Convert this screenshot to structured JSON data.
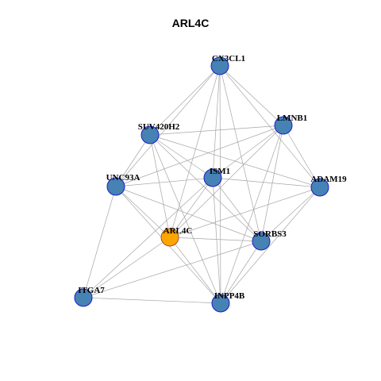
{
  "title": "ARL4C",
  "colors": {
    "edge": "#a6a6a6",
    "node_fill": "#4682b4",
    "node_stroke": "#1c1cc8",
    "focus_fill": "#ffa500",
    "focus_stroke": "#a0522d"
  },
  "nodes": [
    {
      "id": "CX3CL1",
      "label": "CX3CL1",
      "focus": false
    },
    {
      "id": "LMNB1",
      "label": "LMNB1",
      "focus": false
    },
    {
      "id": "SUV420H2",
      "label": "SUV420H2",
      "focus": false
    },
    {
      "id": "ISM1",
      "label": "ISM1",
      "focus": false
    },
    {
      "id": "UNC93A",
      "label": "UNC93A",
      "focus": false
    },
    {
      "id": "ADAM19",
      "label": "ADAM19",
      "focus": false
    },
    {
      "id": "ARL4C",
      "label": "ARL4C",
      "focus": true
    },
    {
      "id": "SORBS3",
      "label": "SORBS3",
      "focus": false
    },
    {
      "id": "ITGA7",
      "label": "ITGA7",
      "focus": false
    },
    {
      "id": "INPP4B",
      "label": "INPP4B",
      "focus": false
    }
  ],
  "edges": [
    [
      "CX3CL1",
      "SUV420H2"
    ],
    [
      "CX3CL1",
      "LMNB1"
    ],
    [
      "CX3CL1",
      "UNC93A"
    ],
    [
      "CX3CL1",
      "ISM1"
    ],
    [
      "CX3CL1",
      "ADAM19"
    ],
    [
      "CX3CL1",
      "ARL4C"
    ],
    [
      "CX3CL1",
      "SORBS3"
    ],
    [
      "CX3CL1",
      "INPP4B"
    ],
    [
      "LMNB1",
      "SUV420H2"
    ],
    [
      "LMNB1",
      "UNC93A"
    ],
    [
      "LMNB1",
      "ISM1"
    ],
    [
      "LMNB1",
      "ADAM19"
    ],
    [
      "LMNB1",
      "ARL4C"
    ],
    [
      "LMNB1",
      "SORBS3"
    ],
    [
      "LMNB1",
      "INPP4B"
    ],
    [
      "SUV420H2",
      "UNC93A"
    ],
    [
      "SUV420H2",
      "ISM1"
    ],
    [
      "SUV420H2",
      "ADAM19"
    ],
    [
      "SUV420H2",
      "ARL4C"
    ],
    [
      "SUV420H2",
      "SORBS3"
    ],
    [
      "SUV420H2",
      "INPP4B"
    ],
    [
      "UNC93A",
      "ISM1"
    ],
    [
      "UNC93A",
      "ARL4C"
    ],
    [
      "UNC93A",
      "SORBS3"
    ],
    [
      "UNC93A",
      "INPP4B"
    ],
    [
      "UNC93A",
      "ITGA7"
    ],
    [
      "ISM1",
      "ADAM19"
    ],
    [
      "ISM1",
      "ARL4C"
    ],
    [
      "ISM1",
      "SORBS3"
    ],
    [
      "ISM1",
      "INPP4B"
    ],
    [
      "ISM1",
      "ITGA7"
    ],
    [
      "ADAM19",
      "ARL4C"
    ],
    [
      "ADAM19",
      "SORBS3"
    ],
    [
      "ADAM19",
      "INPP4B"
    ],
    [
      "ARL4C",
      "SORBS3"
    ],
    [
      "ARL4C",
      "INPP4B"
    ],
    [
      "ARL4C",
      "ITGA7"
    ],
    [
      "SORBS3",
      "INPP4B"
    ],
    [
      "SORBS3",
      "ITGA7"
    ],
    [
      "ITGA7",
      "INPP4B"
    ]
  ]
}
